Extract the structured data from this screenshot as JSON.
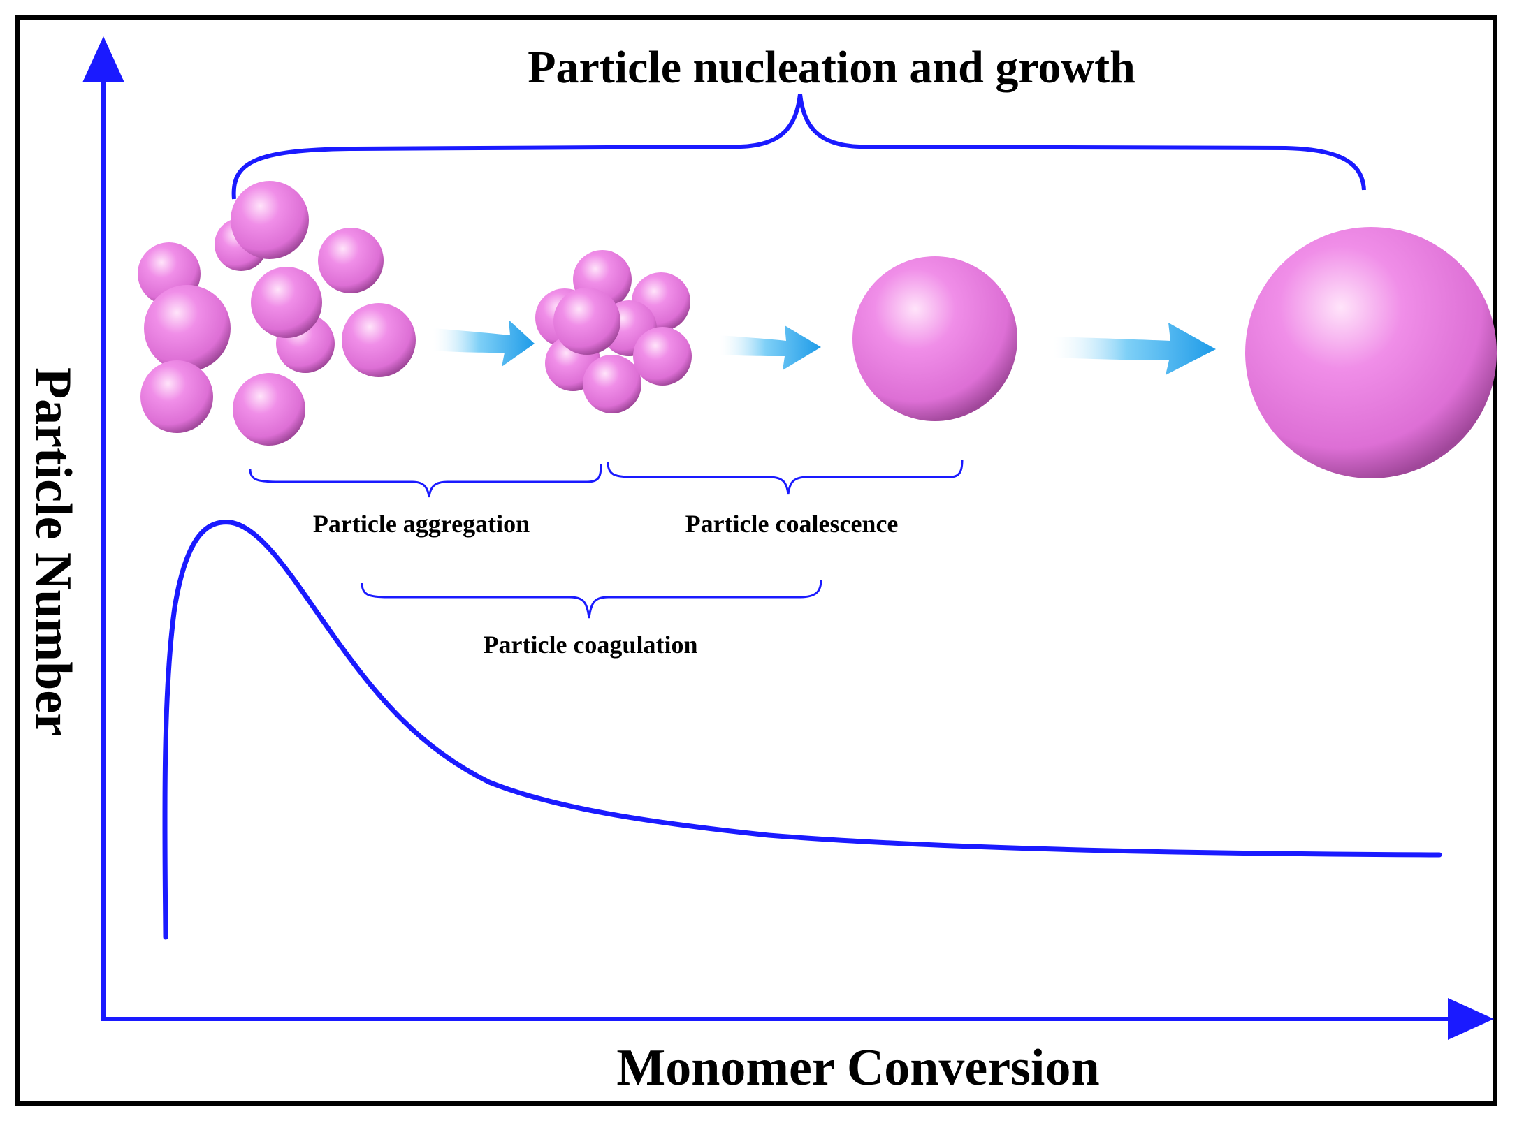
{
  "title": "Particle nucleation and growth",
  "x_axis_label": "Monomer Conversion",
  "y_axis_label": "Particle Number",
  "stages": {
    "aggregation": "Particle aggregation",
    "coalescence": "Particle coalescence",
    "coagulation": "Particle coagulation"
  },
  "colors": {
    "axis": "#1a1aff",
    "curve": "#1a1aff",
    "particle": "#ee82ee",
    "arrow": "#29a8f0",
    "text": "#000000"
  },
  "icons": [
    "small-particles-cluster",
    "aggregate-cluster",
    "coalesced-particle",
    "grown-particle",
    "right-arrow"
  ]
}
